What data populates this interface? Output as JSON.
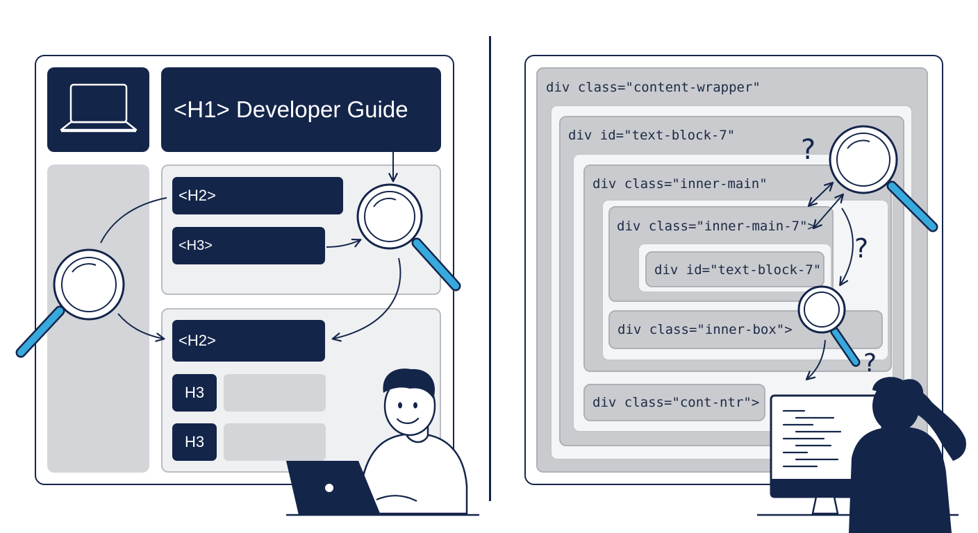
{
  "left": {
    "header_title": "<H1> Developer Guide",
    "section1": {
      "h2": "<H2>",
      "h3": "<H3>"
    },
    "section2": {
      "h2": "<H2>",
      "h3_a": "H3",
      "h3_b": "H3"
    }
  },
  "right": {
    "level1": "div class=\"content-wrapper\"",
    "level2": "div id=\"text-block-7\"",
    "level3": "div class=\"inner-main\"",
    "level4": "div class=\"inner-main-7\">",
    "level5": "div id=\"text-block-7\"",
    "level6": "div class=\"inner-box\">",
    "level7": "div class=\"cont-ntr\">",
    "question_mark": "?"
  },
  "colors": {
    "navy": "#14254a",
    "accent_blue": "#38a9dc",
    "panel_gray": "#eff0f2",
    "nest_gray": "#c9cbcf"
  }
}
